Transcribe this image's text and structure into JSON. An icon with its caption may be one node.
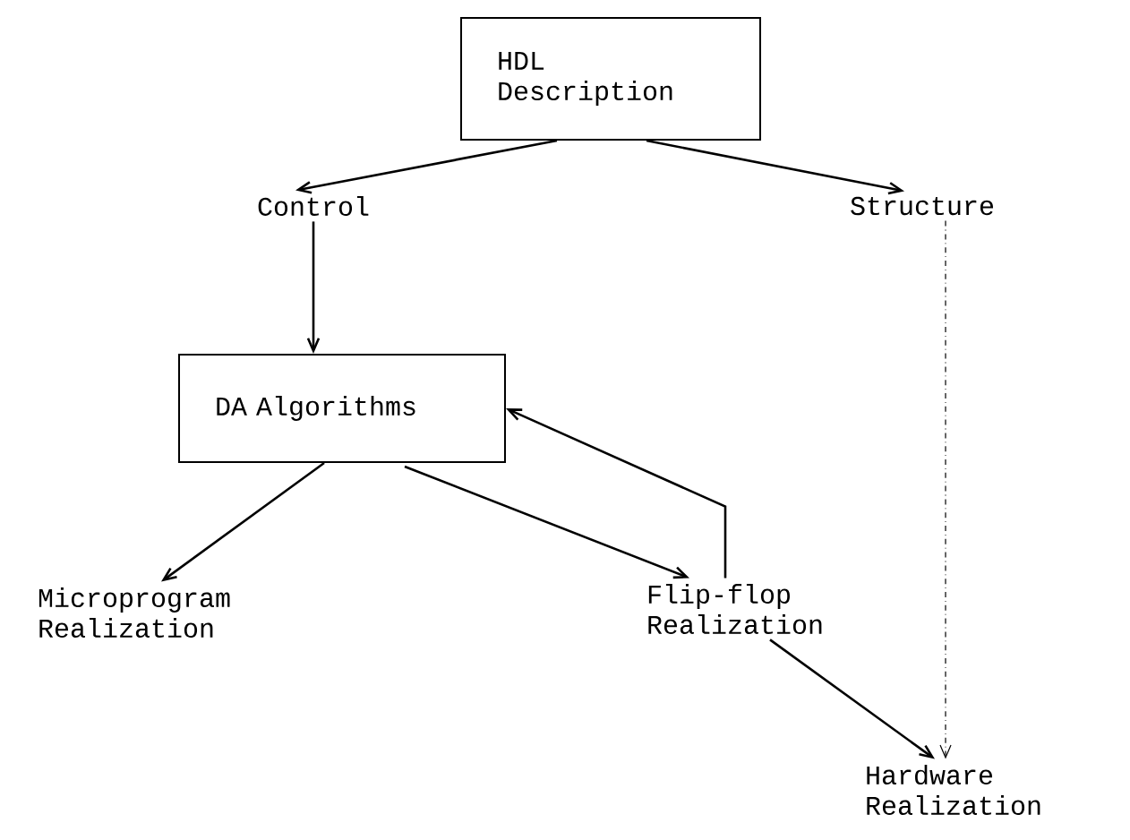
{
  "diagram": {
    "nodes": [
      {
        "text": [
          "HDL Description"
        ]
      },
      {
        "text": [
          "Control"
        ]
      },
      {
        "text": [
          "Structure"
        ]
      },
      {
        "text": [
          "DA Algorithms"
        ]
      },
      {
        "text": [
          "Microprogram Realization"
        ]
      },
      {
        "text": [
          "Flip-flop Realization"
        ]
      },
      {
        "text": [
          "Hardware Realization"
        ]
      }
    ],
    "edges": [
      {
        "from": 0,
        "to": 1,
        "arrow": "to"
      },
      {
        "from": 0,
        "to": 2,
        "arrow": "to"
      },
      {
        "from": 1,
        "to": 3,
        "arrow": "to"
      },
      {
        "from": 3,
        "to": 4,
        "arrow": "to"
      },
      {
        "from": 3,
        "to": 5,
        "arrow": "to"
      },
      {
        "from": 5,
        "to": 3,
        "arrow": "to"
      },
      {
        "from": 5,
        "to": 6,
        "arrow": "to"
      },
      {
        "from": 2,
        "to": 6,
        "arrow": "to",
        "style": "dashed"
      }
    ]
  }
}
